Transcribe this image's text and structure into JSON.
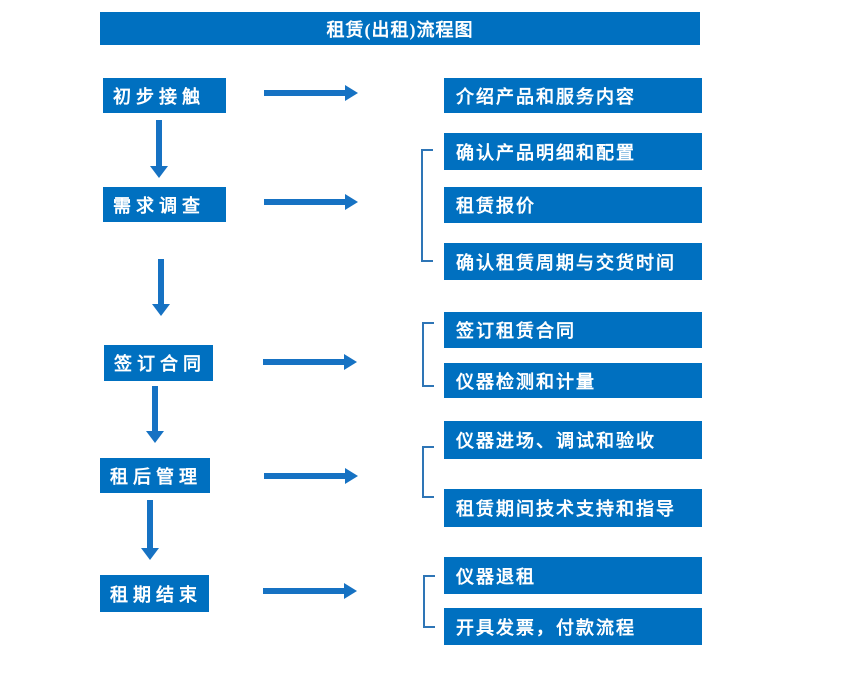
{
  "title": "租赁(出租)流程图",
  "colors": {
    "box_blue": "#0070C0",
    "arrow_blue": "#1672C3",
    "bracket_blue": "#2E75B6",
    "text_white": "#FFFFFF",
    "background": "#FFFFFF"
  },
  "steps": [
    {
      "label": "初步接触",
      "outputs": [
        "介绍产品和服务内容"
      ]
    },
    {
      "label": "需求调查",
      "outputs": [
        "确认产品明细和配置",
        "租赁报价",
        "确认租赁周期与交货时间"
      ]
    },
    {
      "label": "签订合同",
      "outputs": [
        "签订租赁合同",
        "仪器检测和计量"
      ]
    },
    {
      "label": "租后管理",
      "outputs": [
        "仪器进场、调试和验收",
        "租赁期间技术支持和指导"
      ]
    },
    {
      "label": "租期结束",
      "outputs": [
        "仪器退租",
        "开具发票，付款流程"
      ]
    }
  ]
}
